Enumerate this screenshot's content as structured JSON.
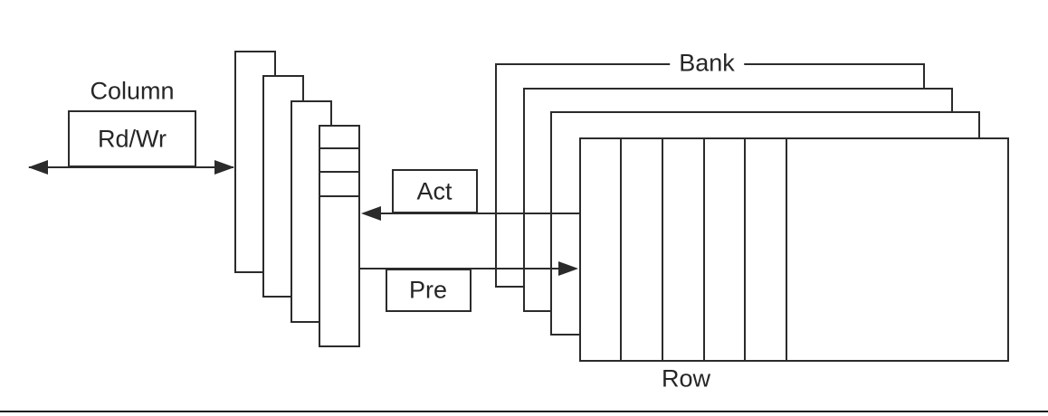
{
  "diagram": {
    "labels": {
      "column": "Column",
      "rdwr": "Rd/Wr",
      "act": "Act",
      "pre": "Pre",
      "bank": "Bank",
      "row": "Row"
    },
    "colors": {
      "line": "#2b2b2b",
      "text": "#262626",
      "background": "#ffffff",
      "bottom_rule": "#1b1b1b"
    },
    "structure": {
      "decoder_stack_rects": 4,
      "decoder_front_cell_rows": 3,
      "bank_rects": 4,
      "bank_front_cell_columns": 5
    }
  }
}
